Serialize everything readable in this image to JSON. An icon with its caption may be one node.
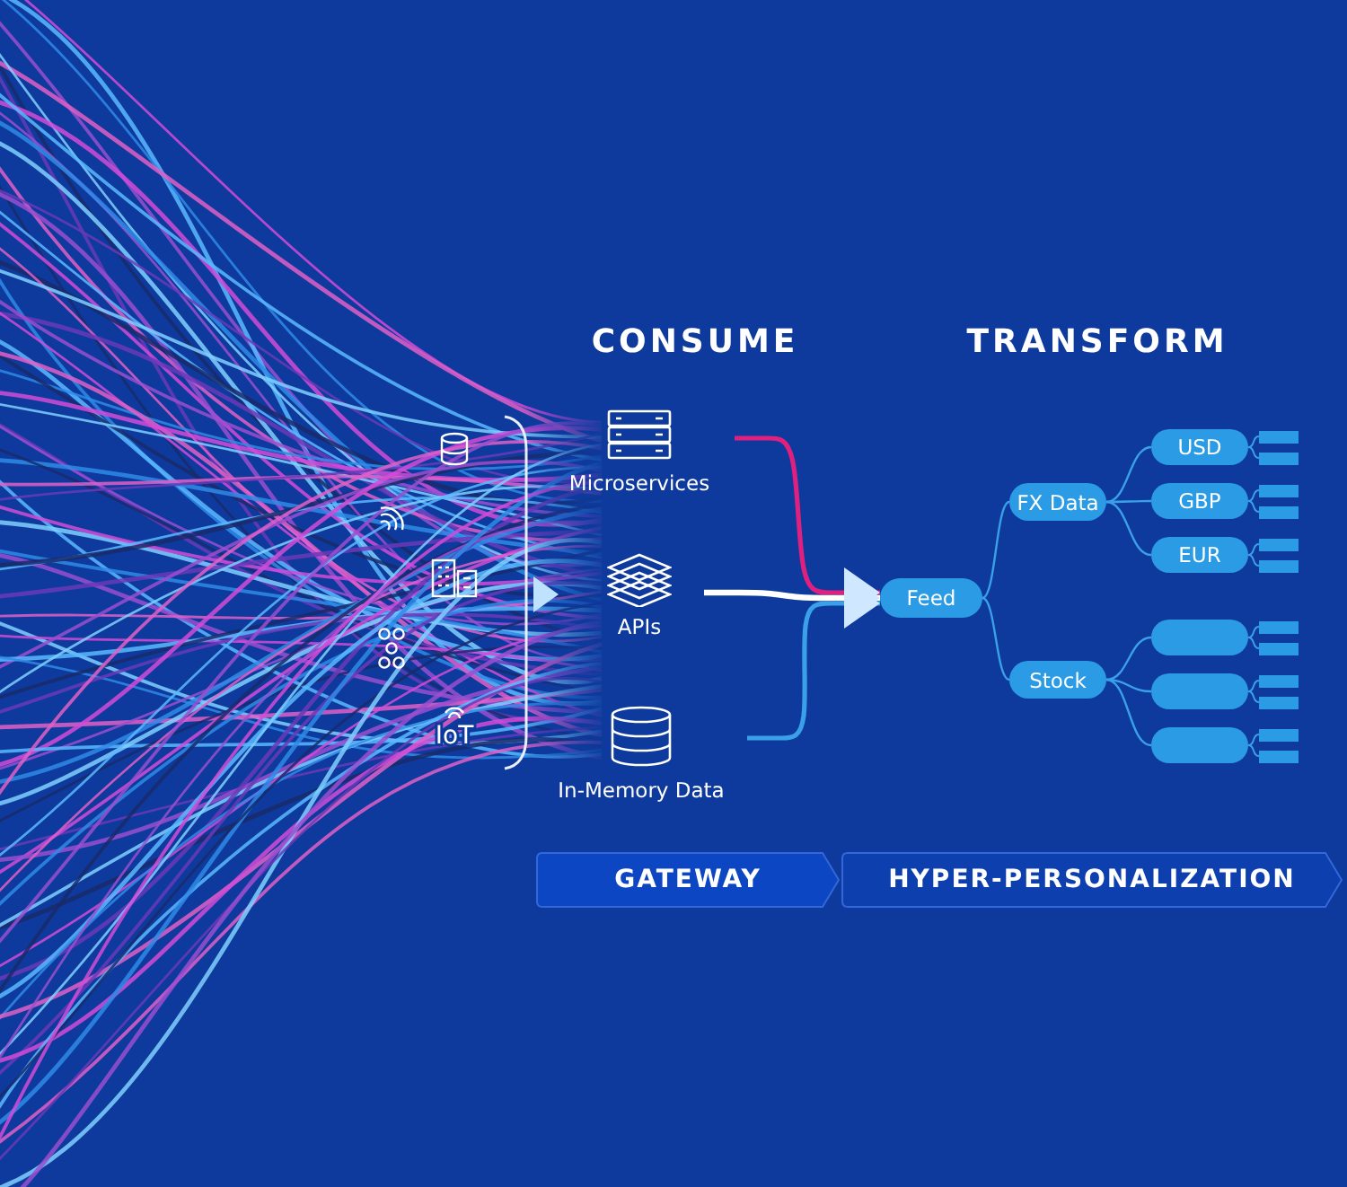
{
  "diagram": {
    "nodes": [
      {
        "text": [
          "Microservices"
        ]
      },
      {
        "text": [
          "APIs"
        ]
      },
      {
        "text": [
          "In-Memory Data"
        ]
      },
      {
        "text": [
          "Feed"
        ]
      },
      {
        "text": [
          "FX Data"
        ]
      },
      {
        "text": [
          "Stock"
        ]
      },
      {
        "text": [
          "USD"
        ]
      },
      {
        "text": [
          "GBP"
        ]
      },
      {
        "text": [
          "EUR"
        ]
      },
      {
        "text": [],
        "shape": "box"
      },
      {
        "text": [],
        "shape": "box"
      },
      {
        "text": [],
        "shape": "box"
      },
      {
        "text": [
          "GATEWAY"
        ]
      },
      {
        "text": [
          "HYPER-PERSONALIZATION"
        ]
      }
    ],
    "edges": [
      {
        "from": 0,
        "to": 3,
        "arrow": "to",
        "color": "#e0207f"
      },
      {
        "from": 1,
        "to": 3,
        "arrow": "to",
        "style": "thick",
        "color": "#ffffff"
      },
      {
        "from": 2,
        "to": 3,
        "arrow": "to"
      },
      {
        "from": 3,
        "to": 4,
        "arrow": "none"
      },
      {
        "from": 3,
        "to": 5,
        "arrow": "none"
      },
      {
        "from": 4,
        "to": 6,
        "arrow": "none"
      },
      {
        "from": 4,
        "to": 7,
        "arrow": "none"
      },
      {
        "from": 4,
        "to": 8,
        "arrow": "none"
      },
      {
        "from": 5,
        "to": 9,
        "arrow": "none"
      },
      {
        "from": 5,
        "to": 10,
        "arrow": "none"
      },
      {
        "from": 5,
        "to": 11,
        "arrow": "none"
      }
    ],
    "labels": [
      "CONSUME",
      "TRANSFORM",
      "IoT"
    ]
  }
}
